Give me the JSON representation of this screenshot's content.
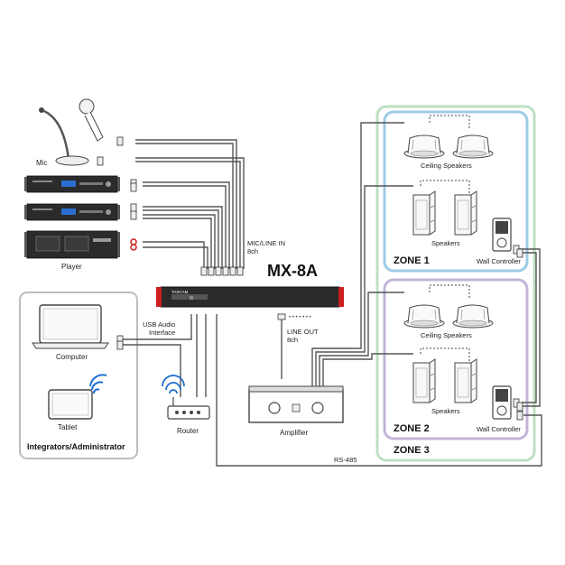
{
  "title": "MX-8A",
  "brand": "TASCAM",
  "labels": {
    "mic": "Mic",
    "player": "Player",
    "mic_line_in_1": "MIC/LINE IN",
    "mic_line_in_2": "8ch",
    "usb_audio_1": "USB Audio",
    "usb_audio_2": "Interface",
    "line_out_1": "LINE OUT",
    "line_out_2": "8ch",
    "computer": "Computer",
    "tablet": "Tablet",
    "router": "Router",
    "amplifier": "Amplifier",
    "rs485": "RS-485",
    "integrators": "Integrators/Administrator"
  },
  "zones": [
    {
      "name": "ZONE 1",
      "color": "#9ecbe8"
    },
    {
      "name": "ZONE 2",
      "color": "#c3b4d9"
    },
    {
      "name": "ZONE 3",
      "color": "#bfe0c2"
    }
  ],
  "zone_items": {
    "ceiling_speakers": "Ceiling Speakers",
    "speakers": "Speakers",
    "wall_controller": "Wall Controller"
  },
  "colors": {
    "cable": "#555555",
    "device_dark": "#2b2b2b",
    "accent_red": "#cc1e1e"
  }
}
